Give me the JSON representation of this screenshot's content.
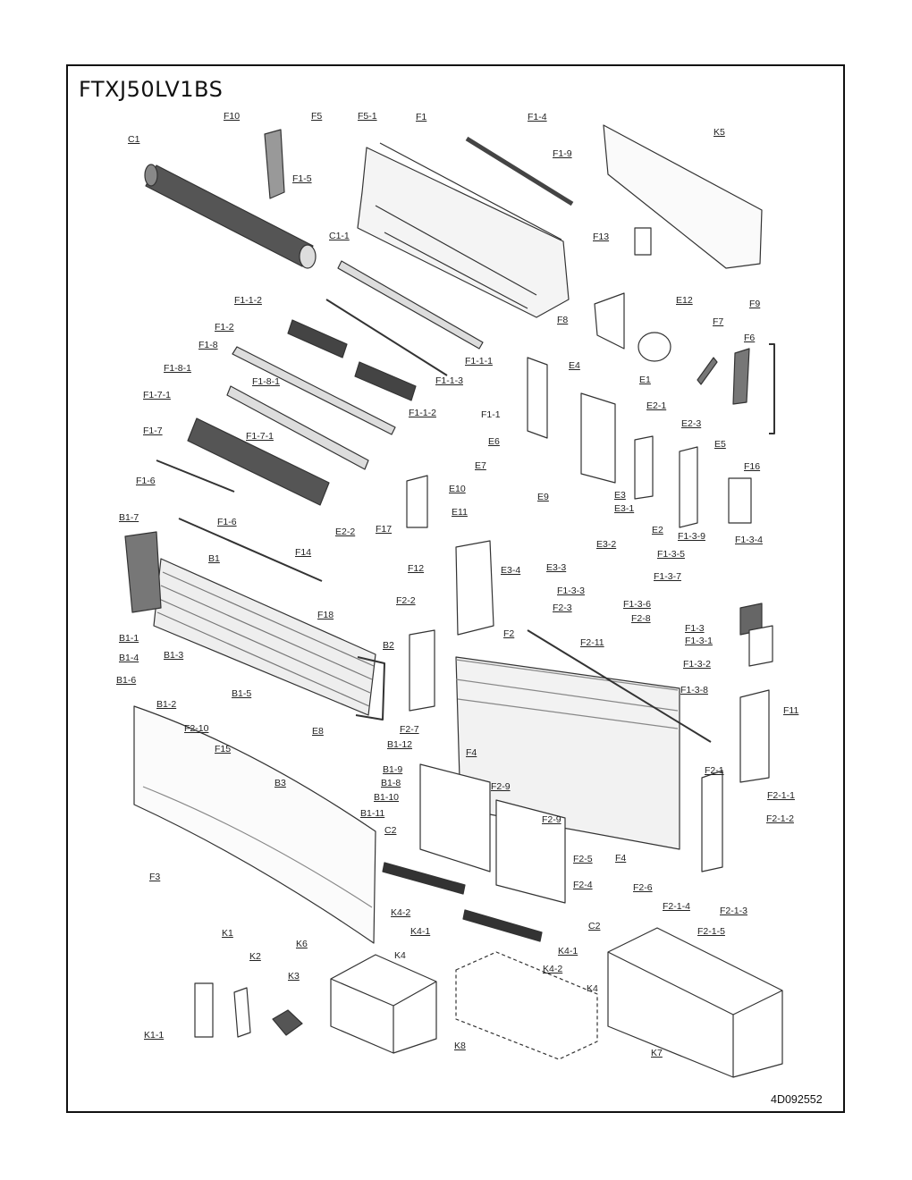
{
  "model": "FTXJ50LV1BS",
  "doc_number": "4D092552",
  "part_labels": {
    "C1": "C1",
    "C1_1": "C1-1",
    "C2a": "C2",
    "C2b": "C2",
    "F1": "F1",
    "F1_1": "F1-1",
    "F1_1_1": "F1-1-1",
    "F1_1_2a": "F1-1-2",
    "F1_1_2b": "F1-1-2",
    "F1_1_3": "F1-1-3",
    "F1_2": "F1-2",
    "F1_3": "F1-3",
    "F1_3_1": "F1-3-1",
    "F1_3_2": "F1-3-2",
    "F1_3_3": "F1-3-3",
    "F1_3_4": "F1-3-4",
    "F1_3_5": "F1-3-5",
    "F1_3_6": "F1-3-6",
    "F1_3_7": "F1-3-7",
    "F1_3_8": "F1-3-8",
    "F1_3_9": "F1-3-9",
    "F1_4": "F1-4",
    "F1_5": "F1-5",
    "F1_6a": "F1-6",
    "F1_6b": "F1-6",
    "F1_7": "F1-7",
    "F1_7_1a": "F1-7-1",
    "F1_7_1b": "F1-7-1",
    "F1_8": "F1-8",
    "F1_8_1a": "F1-8-1",
    "F1_8_1b": "F1-8-1",
    "F1_9": "F1-9",
    "F2": "F2",
    "F2_1": "F2-1",
    "F2_1_1": "F2-1-1",
    "F2_1_2": "F2-1-2",
    "F2_1_3": "F2-1-3",
    "F2_1_4": "F2-1-4",
    "F2_1_5": "F2-1-5",
    "F2_2": "F2-2",
    "F2_3": "F2-3",
    "F2_4": "F2-4",
    "F2_5": "F2-5",
    "F2_6": "F2-6",
    "F2_7": "F2-7",
    "F2_8": "F2-8",
    "F2_9a": "F2-9",
    "F2_9b": "F2-9",
    "F2_10": "F2-10",
    "F2_11": "F2-11",
    "F3": "F3",
    "F4a": "F4",
    "F4b": "F4",
    "F5": "F5",
    "F5_1": "F5-1",
    "F6": "F6",
    "F7": "F7",
    "F8": "F8",
    "F9": "F9",
    "F10": "F10",
    "F11": "F11",
    "F12": "F12",
    "F13": "F13",
    "F14": "F14",
    "F15": "F15",
    "F16": "F16",
    "F17": "F17",
    "F18": "F18",
    "E1": "E1",
    "E2a": "E2",
    "E2_1": "E2-1",
    "E2_2": "E2-2",
    "E2_3": "E2-3",
    "E3": "E3",
    "E3_1": "E3-1",
    "E3_2": "E3-2",
    "E3_3": "E3-3",
    "E3_4": "E3-4",
    "E4": "E4",
    "E5": "E5",
    "E6": "E6",
    "E7": "E7",
    "E8": "E8",
    "E9": "E9",
    "E10": "E10",
    "E11": "E11",
    "E12": "E12",
    "B1": "B1",
    "B1_1": "B1-1",
    "B1_2": "B1-2",
    "B1_3": "B1-3",
    "B1_4": "B1-4",
    "B1_5": "B1-5",
    "B1_6": "B1-6",
    "B1_7": "B1-7",
    "B1_8": "B1-8",
    "B1_9": "B1-9",
    "B1_10": "B1-10",
    "B1_11": "B1-11",
    "B1_12": "B1-12",
    "B2": "B2",
    "B3": "B3",
    "K1": "K1",
    "K1_1": "K1-1",
    "K2": "K2",
    "K3": "K3",
    "K4a": "K4",
    "K4b": "K4",
    "K4_1a": "K4-1",
    "K4_1b": "K4-1",
    "K4_2a": "K4-2",
    "K4_2b": "K4-2",
    "K5": "K5",
    "K6": "K6",
    "K7": "K7",
    "K8": "K8"
  }
}
